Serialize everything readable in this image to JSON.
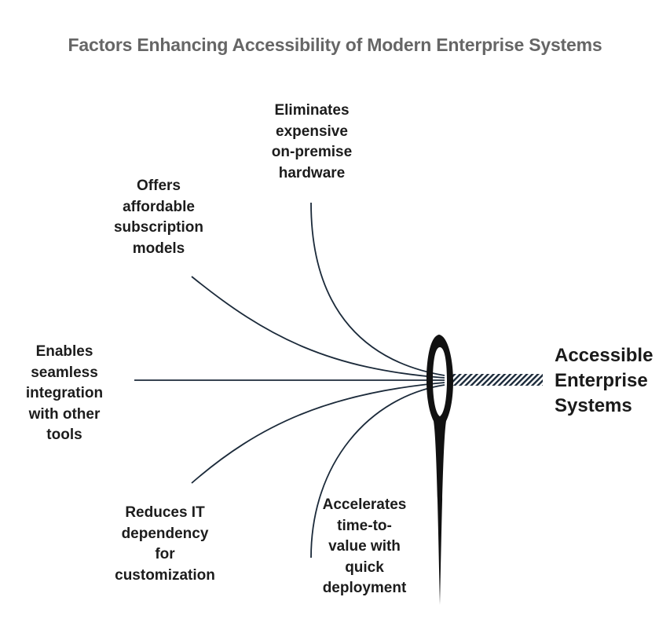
{
  "title": "Factors Enhancing Accessibility of Modern Enterprise Systems",
  "center": {
    "label": "Accessible\nEnterprise\nSystems",
    "icon": "needle-icon"
  },
  "factors": [
    {
      "id": "hardware",
      "label": "Eliminates\nexpensive\non-premise\nhardware"
    },
    {
      "id": "subscription",
      "label": "Offers\naffordable\nsubscription\nmodels"
    },
    {
      "id": "integration",
      "label": "Enables\nseamless\nintegration\nwith other\ntools"
    },
    {
      "id": "it-dependency",
      "label": "Reduces IT\ndependency\nfor\ncustomization"
    },
    {
      "id": "deployment",
      "label": "Accelerates\ntime-to-\nvalue with\nquick\ndeployment"
    }
  ],
  "colors": {
    "title": "#666666",
    "text": "#1c1c1c",
    "thread": "#1b2a3a",
    "needle": "#111111"
  }
}
